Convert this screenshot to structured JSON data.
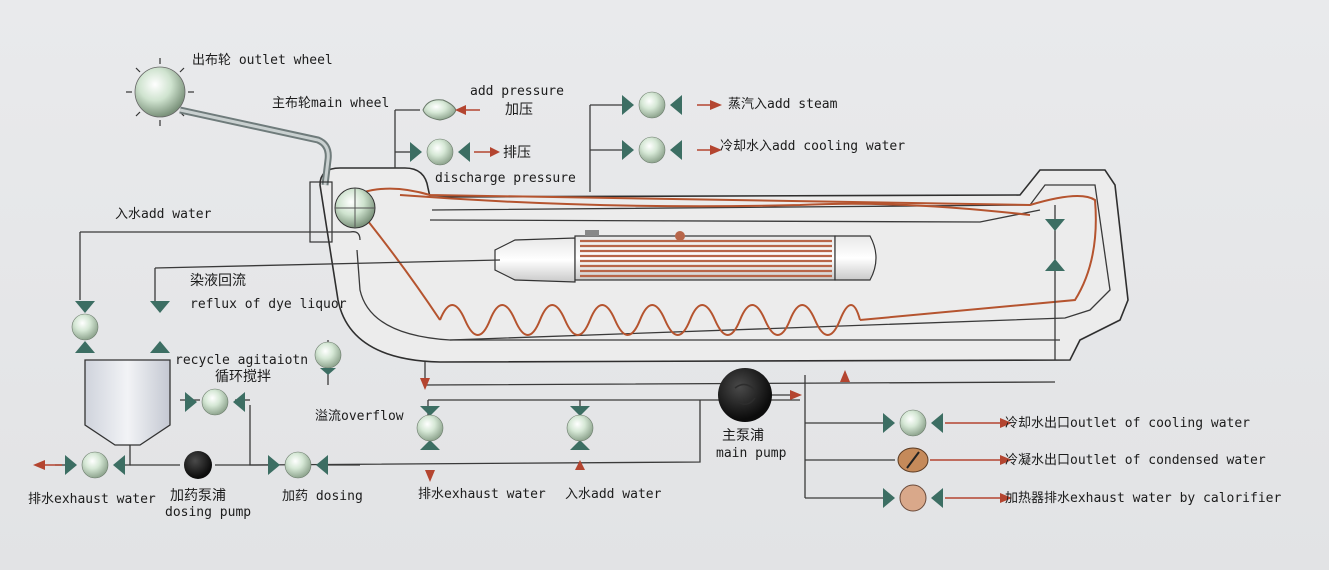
{
  "labels": {
    "outlet_wheel": "出布轮 outlet wheel",
    "main_wheel": "主布轮main wheel",
    "add_pressure_en": "add pressure",
    "add_pressure_cn": "加压",
    "discharge_cn": "排压",
    "discharge_en": "discharge pressure",
    "add_steam": "蒸汽入add steam",
    "add_cooling": "冷却水入add cooling water",
    "add_water_top": "入水add water",
    "reflux_cn": "染液回流",
    "reflux_en": "reflux of dye liquor",
    "recycle_en": "recycle agitaiotn",
    "recycle_cn": "循环搅拌",
    "overflow": "溢流overflow",
    "main_pump_cn": "主泵浦",
    "main_pump_en": "main pump",
    "exhaust_left": "排水exhaust water",
    "dosing_pump_cn": "加药泵浦",
    "dosing_pump_en": "dosing pump",
    "dosing": "加药 dosing",
    "exhaust_mid": "排水exhaust water",
    "add_water_bottom": "入水add water",
    "outlet_cooling": "冷却水出口outlet of cooling water",
    "outlet_condensed": "冷凝水出口outlet of condensed water",
    "exhaust_calorifier": "加热器排水exhaust water by calorifier"
  },
  "colors": {
    "background": "#e6e7e8",
    "pipe": "#3a3a3a",
    "fabric_path": "#b5542f",
    "arrow": "#b44530",
    "valve_wing": "#3c6e63",
    "heater_stripe": "#b8664a"
  },
  "icons": {
    "valve": "gate-valve-icon",
    "pump": "pump-icon",
    "wheel": "wheel-icon",
    "steam_trap": "steam-trap-icon"
  }
}
